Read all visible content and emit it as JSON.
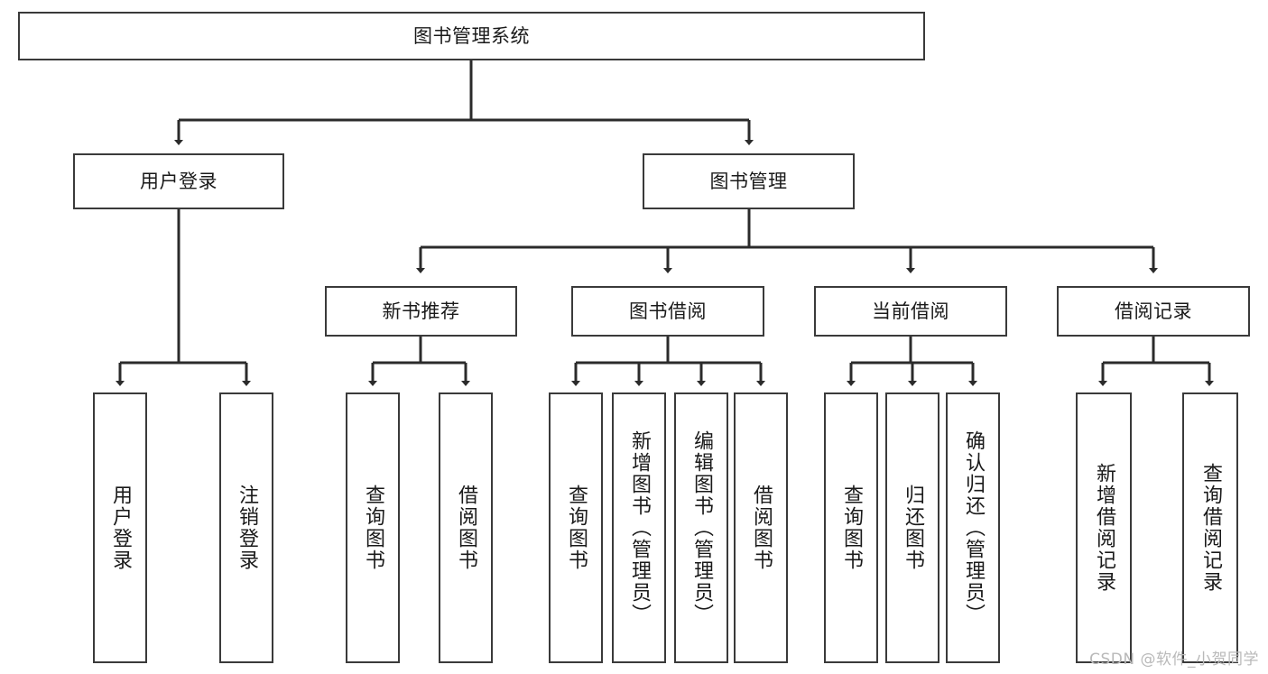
{
  "diagram": {
    "title": "图书管理系统",
    "type": "tree",
    "watermark": "CSDN @软件_小贺同学",
    "colors": {
      "box_border": "#3a3a3a",
      "box_fill": "#ffffff",
      "connector": "#2b2b2b",
      "text": "#1a1a1a",
      "watermark": "#b9b9b9"
    },
    "root": {
      "label": "图书管理系统"
    },
    "level2": [
      {
        "label": "用户登录"
      },
      {
        "label": "图书管理"
      }
    ],
    "level3": [
      {
        "label": "新书推荐"
      },
      {
        "label": "图书借阅"
      },
      {
        "label": "当前借阅"
      },
      {
        "label": "借阅记录"
      }
    ],
    "leaves": {
      "user_login": [
        {
          "label": "用户登录"
        },
        {
          "label": "注销登录"
        }
      ],
      "new_book": [
        {
          "label": "查询图书"
        },
        {
          "label": "借阅图书"
        }
      ],
      "borrow_book": [
        {
          "label": "查询图书"
        },
        {
          "label": "新增图书（管理员）"
        },
        {
          "label": "编辑图书（管理员）"
        },
        {
          "label": "借阅图书"
        }
      ],
      "current_borrow": [
        {
          "label": "查询图书"
        },
        {
          "label": "归还图书"
        },
        {
          "label": "确认归还（管理员）"
        }
      ],
      "borrow_record": [
        {
          "label": "新增借阅记录"
        },
        {
          "label": "查询借阅记录"
        }
      ]
    }
  }
}
